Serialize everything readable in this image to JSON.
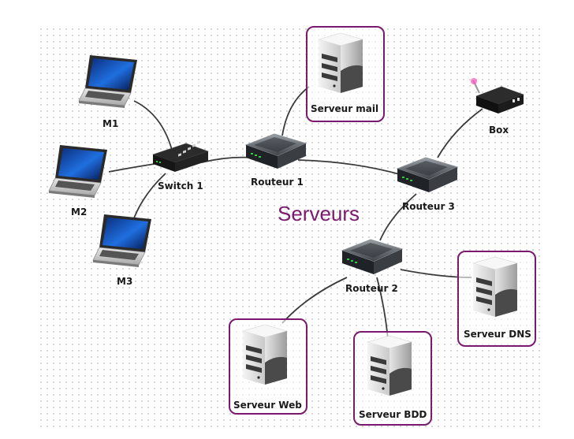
{
  "diagram": {
    "title": "Serveurs",
    "colors": {
      "frame": "#7a1a6e",
      "link": "#3a3a3a",
      "text": "#1a1a1a"
    },
    "nodes": {
      "m1": {
        "label": "M1",
        "icon": "laptop-icon"
      },
      "m2": {
        "label": "M2",
        "icon": "laptop-icon"
      },
      "m3": {
        "label": "M3",
        "icon": "laptop-icon"
      },
      "switch1": {
        "label": "Switch 1",
        "icon": "switch-icon"
      },
      "routeur1": {
        "label": "Routeur 1",
        "icon": "router-icon"
      },
      "routeur2": {
        "label": "Routeur 2",
        "icon": "router-icon"
      },
      "routeur3": {
        "label": "Routeur 3",
        "icon": "router-icon"
      },
      "box": {
        "label": "Box",
        "icon": "modem-box-icon"
      },
      "serveur_mail": {
        "label": "Serveur mail",
        "icon": "server-icon"
      },
      "serveur_dns": {
        "label": "Serveur DNS",
        "icon": "server-icon"
      },
      "serveur_web": {
        "label": "Serveur Web",
        "icon": "server-icon"
      },
      "serveur_bdd": {
        "label": "Serveur BDD",
        "icon": "server-icon"
      }
    },
    "links": [
      [
        "m1",
        "switch1"
      ],
      [
        "m2",
        "switch1"
      ],
      [
        "m3",
        "switch1"
      ],
      [
        "switch1",
        "routeur1"
      ],
      [
        "routeur1",
        "serveur_mail"
      ],
      [
        "routeur1",
        "routeur3"
      ],
      [
        "routeur3",
        "box"
      ],
      [
        "routeur3",
        "routeur2"
      ],
      [
        "routeur2",
        "serveur_dns"
      ],
      [
        "routeur2",
        "serveur_web"
      ],
      [
        "routeur2",
        "serveur_bdd"
      ]
    ]
  }
}
